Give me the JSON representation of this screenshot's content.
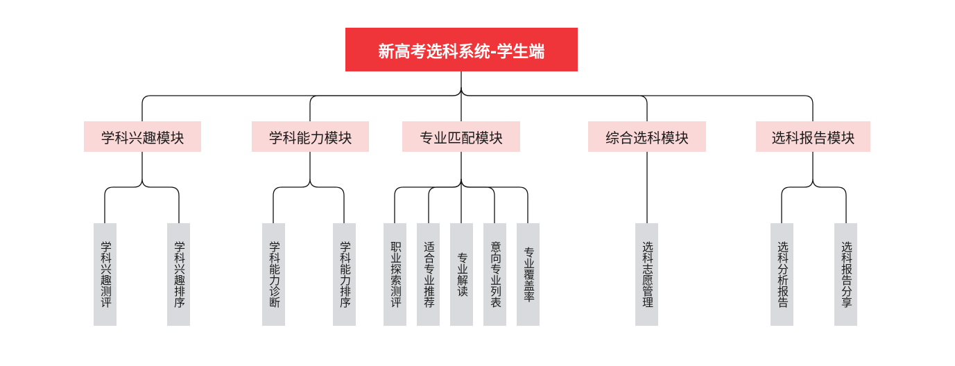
{
  "root": {
    "label": "新高考选科系统-学生端"
  },
  "modules": [
    {
      "label": "学科兴趣模块",
      "children": [
        "学科兴趣测评",
        "学科兴趣排序"
      ]
    },
    {
      "label": "学科能力模块",
      "children": [
        "学科能力诊断",
        "学科能力排序"
      ]
    },
    {
      "label": "专业匹配模块",
      "children": [
        "职业探索测评",
        "适合专业推荐",
        "专业解读",
        "意向专业列表",
        "专业覆盖率"
      ]
    },
    {
      "label": "综合选科模块",
      "children": [
        "选科志愿管理"
      ]
    },
    {
      "label": "选科报告模块",
      "children": [
        "选科分析报告",
        "选科报告分享"
      ]
    }
  ],
  "colors": {
    "root_fill": "#f0353a",
    "module_fill": "#fbd8d8",
    "leaf_fill": "#d8dadd",
    "line": "#111111"
  }
}
